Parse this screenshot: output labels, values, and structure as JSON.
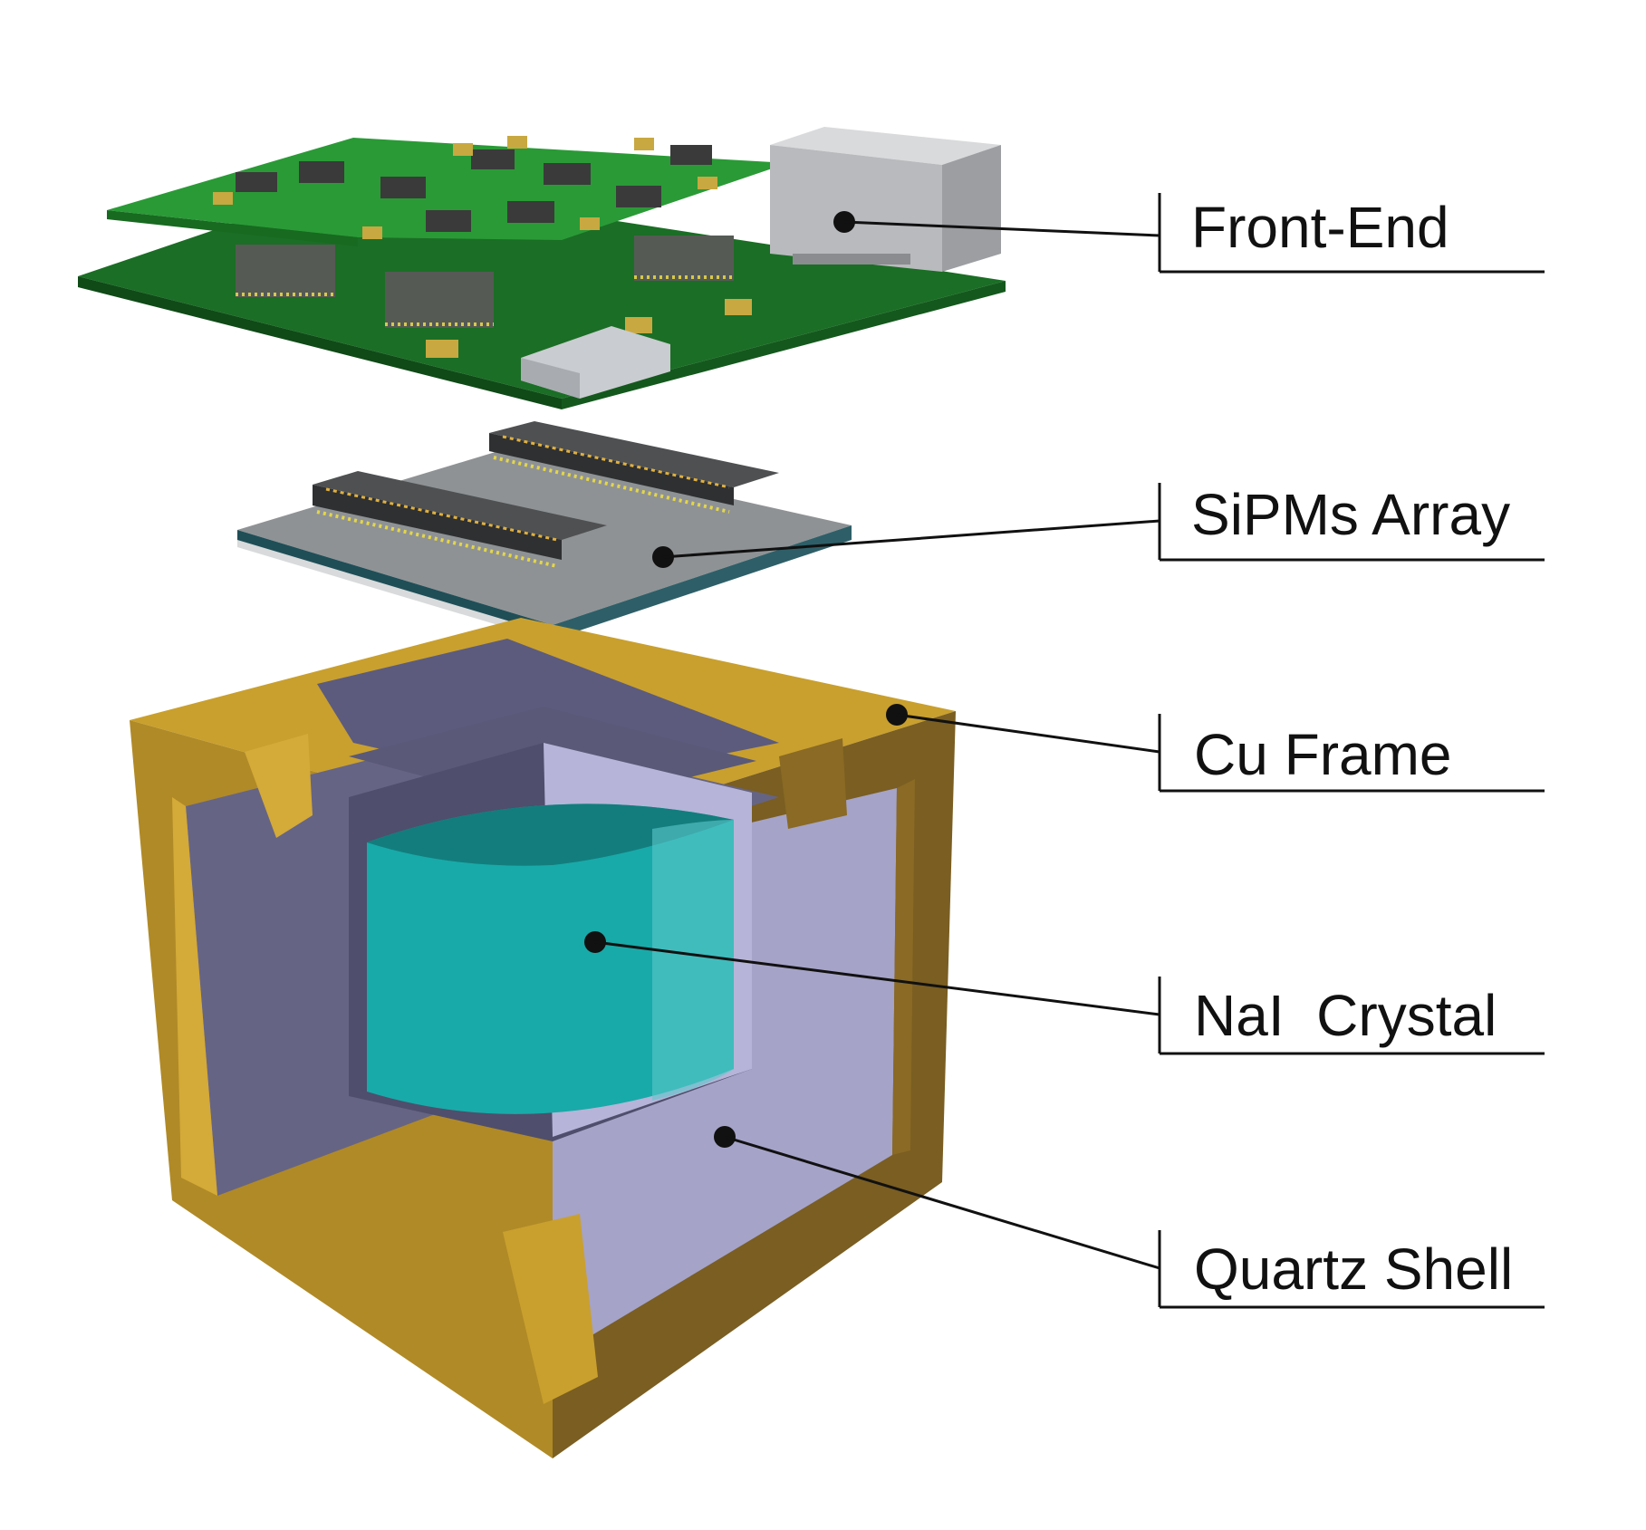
{
  "labels": {
    "front_end": "Front-End",
    "sipms_array": "SiPMs Array",
    "cu_frame": "Cu Frame",
    "nai_crystal": "NaI  Crystal",
    "quartz_shell": "Quartz Shell"
  },
  "colors": {
    "pcb_green": "#1e7a2a",
    "pcb_green_dark": "#145a1c",
    "sipm_gray": "#8a8d8f",
    "copper": "#c9a02e",
    "copper_dark": "#7a5e22",
    "quartz_dark": "#5c5b7e",
    "quartz_light": "#a5a3c8",
    "crystal": "#18aaa8",
    "crystal_dark": "#137d7d"
  }
}
